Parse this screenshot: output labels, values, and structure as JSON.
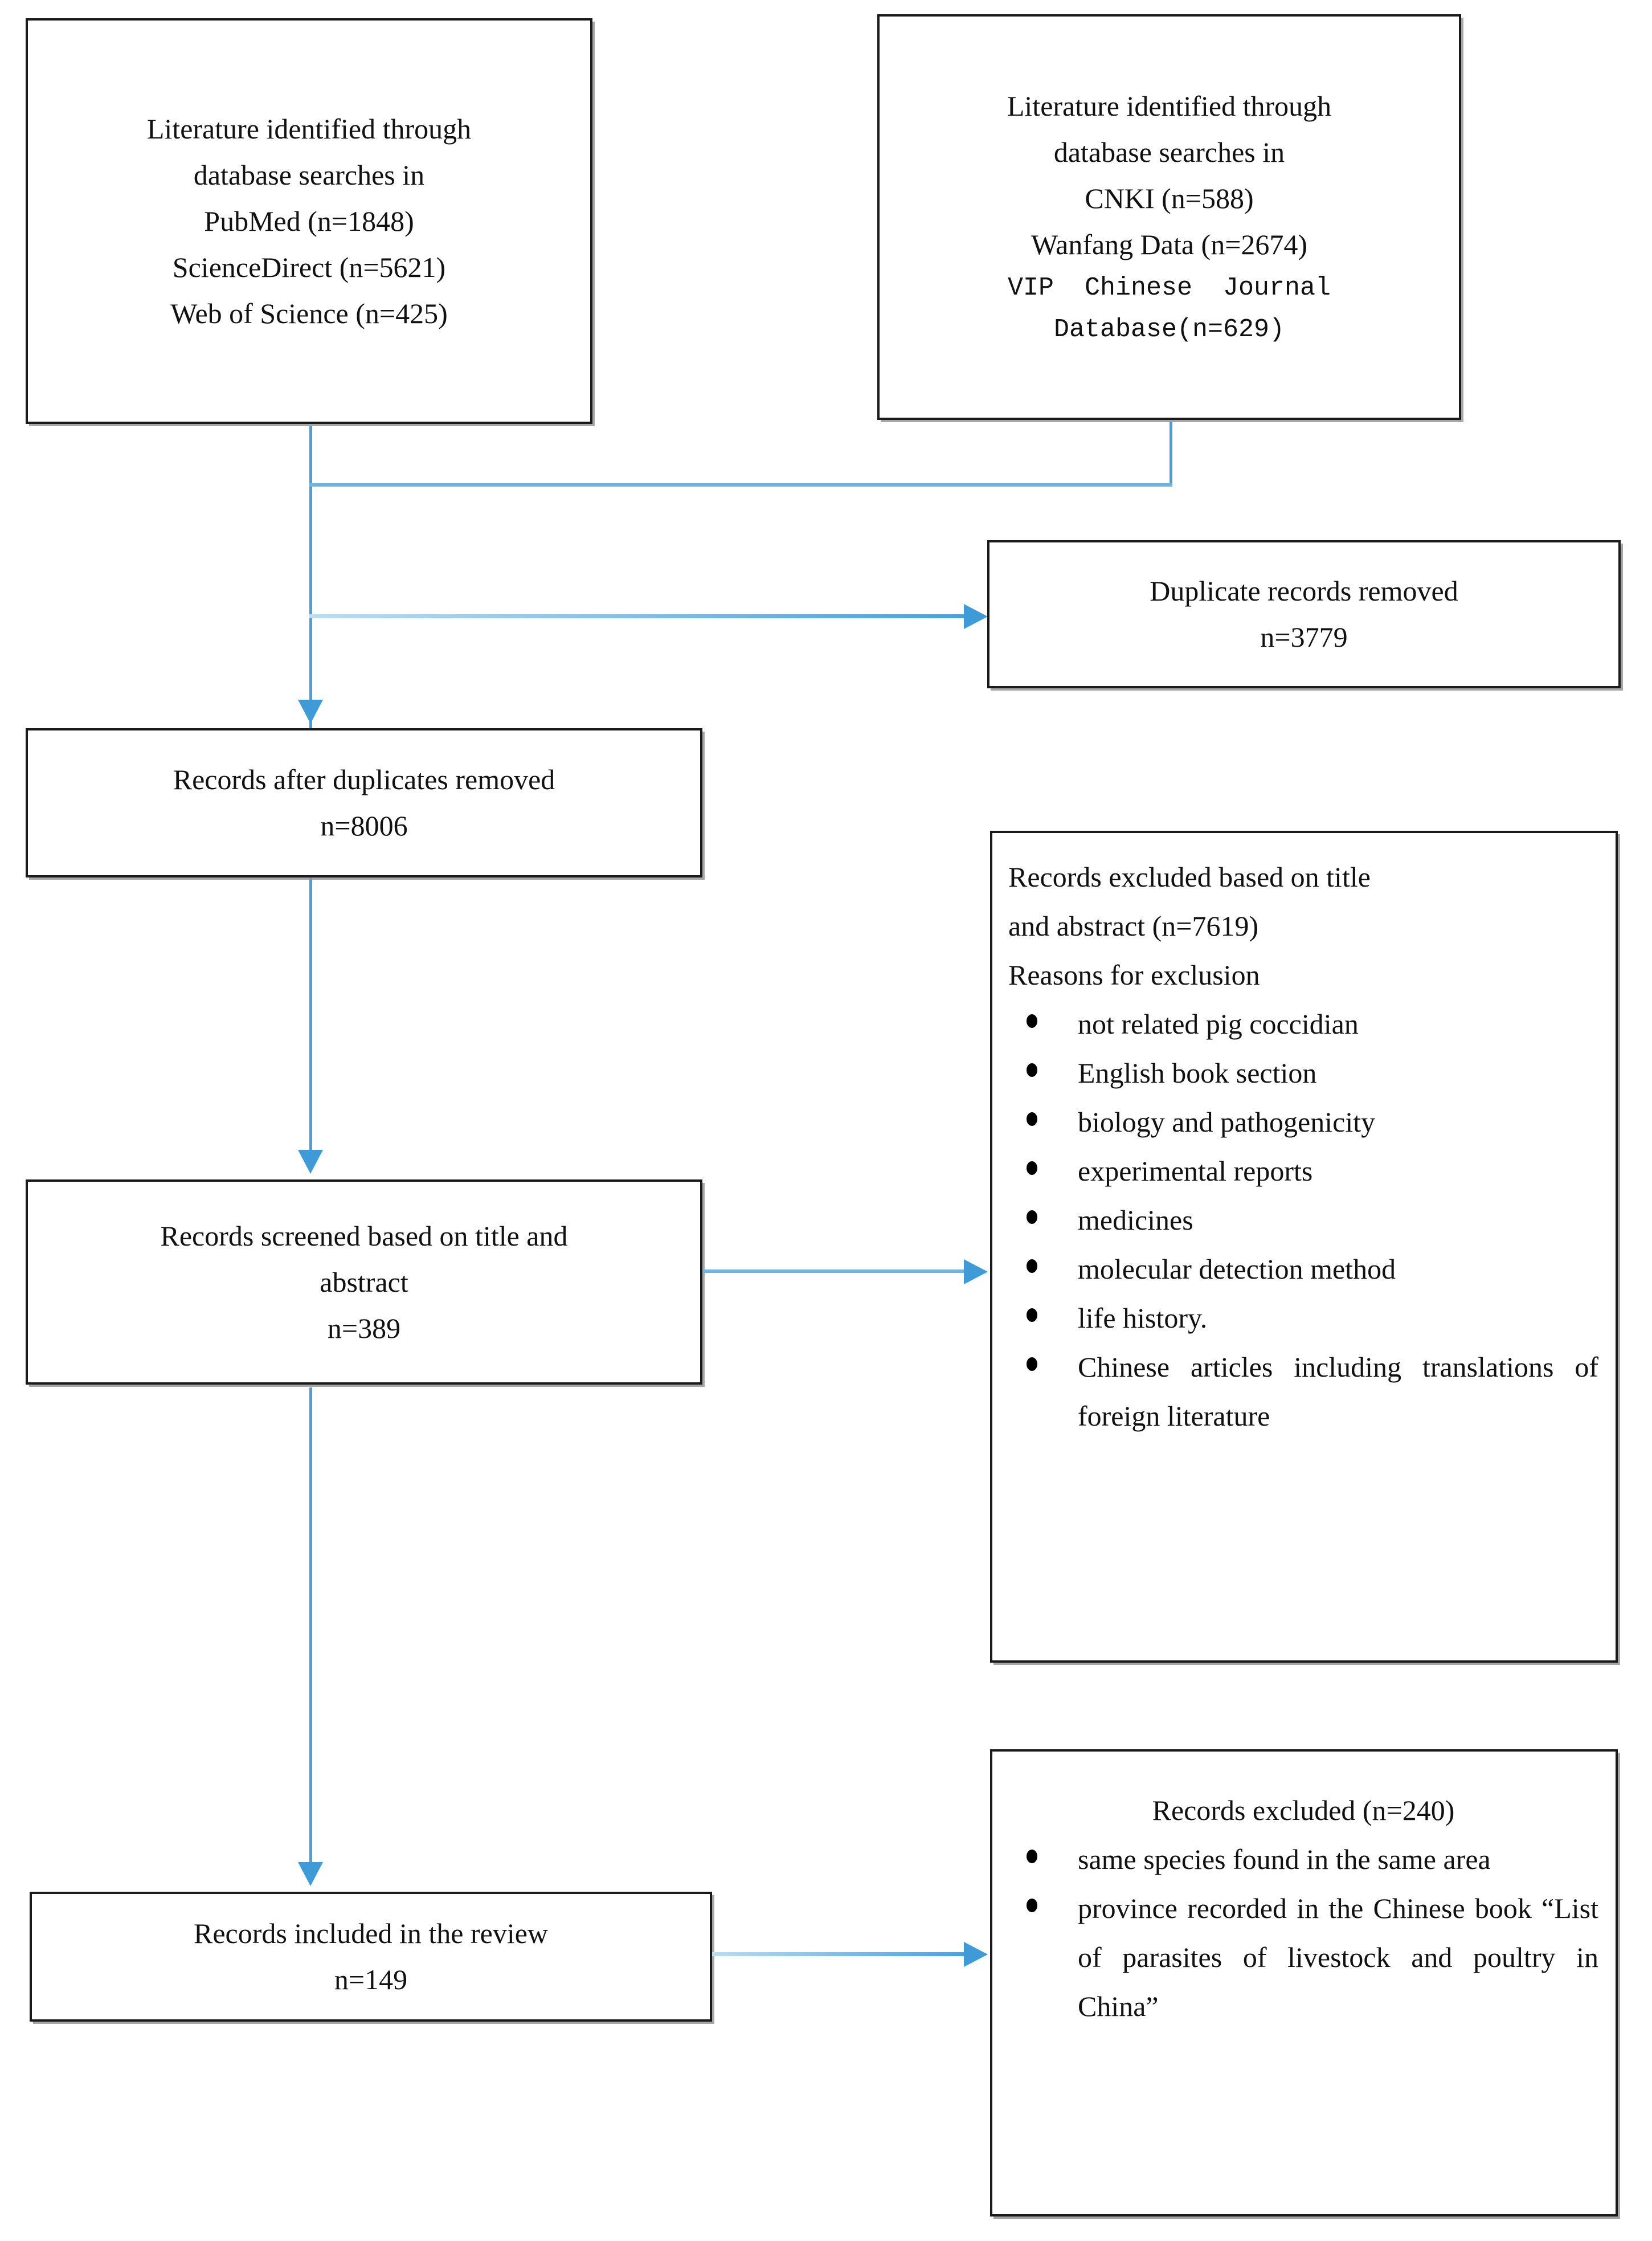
{
  "diagram": {
    "type": "prisma-flow-diagram",
    "accent_color": "#4a9fd8",
    "box_border_color": "#1a1a1a",
    "text_color": "#111111"
  },
  "boxes": {
    "source_english": {
      "name": "literature-identified-english-databases",
      "lines": [
        "Literature identified through",
        "database searches in",
        "PubMed (n=1848)",
        "ScienceDirect (n=5621)",
        "Web of Science (n=425)"
      ]
    },
    "source_chinese": {
      "name": "literature-identified-chinese-databases",
      "lines": [
        "Literature identified through",
        "database searches in",
        "CNKI (n=588)",
        "Wanfang Data (n=2674)"
      ],
      "mono_lines": [
        "VIP  Chinese  Journal",
        "Database(n=629)"
      ]
    },
    "duplicates_removed": {
      "name": "duplicate-records-removed",
      "lines": [
        "Duplicate records removed",
        "n=3779"
      ]
    },
    "records_after_duplicates": {
      "name": "records-after-duplicates-removed",
      "lines": [
        "Records after duplicates removed",
        "n=8006"
      ]
    },
    "records_screened": {
      "name": "records-screened-title-abstract",
      "lines": [
        "Records screened based on title and",
        "abstract",
        "n=389"
      ]
    },
    "records_included": {
      "name": "records-included-in-review",
      "lines": [
        "Records included in the review",
        "n=149"
      ]
    },
    "excluded_title_abstract": {
      "name": "records-excluded-title-abstract",
      "header_line_1": "Records  excluded  based  on  title",
      "header_line_2": "and abstract (n=7619)",
      "header_line_3": "Reasons for exclusion",
      "reasons": [
        "not related pig coccidian",
        "English book section",
        "biology and pathogenicity",
        "experimental reports",
        "medicines",
        "molecular detection method",
        "life history.",
        "Chinese  articles  including  translations  of  foreign  literature"
      ]
    },
    "excluded_final": {
      "name": "records-excluded-final",
      "header": "Records excluded (n=240)",
      "reasons": [
        "same species found in the same area",
        "province recorded in the Chinese book “List of parasites of livestock and poultry in China”"
      ]
    }
  }
}
